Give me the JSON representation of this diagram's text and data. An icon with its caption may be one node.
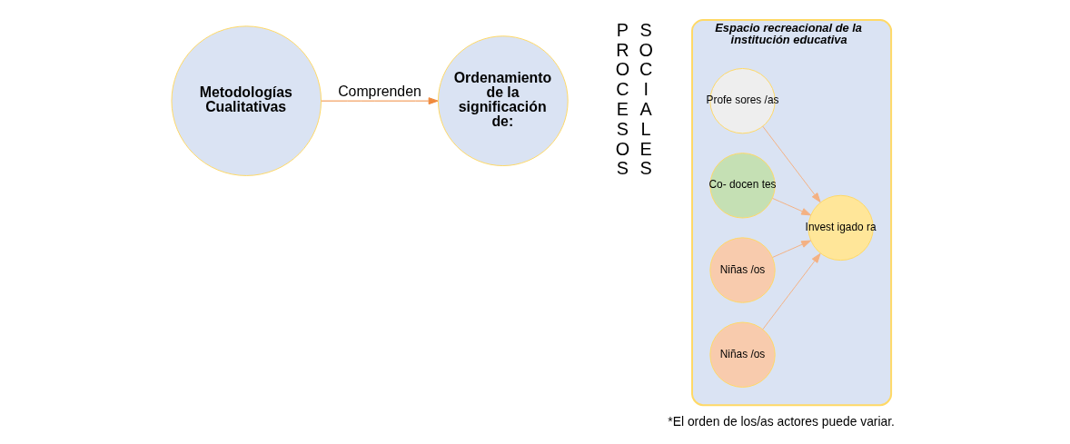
{
  "diagram": {
    "caption": "*El orden de los/as actores puede variar.",
    "nodes": [
      {
        "text": [
          "Metodologías Cualitativas"
        ]
      },
      {
        "text": [
          "Ordenamiento de la significación de:"
        ]
      },
      {
        "text": [
          "Espacio recreacional de la institución educativa"
        ]
      },
      {
        "text": [
          "Profe sores /as"
        ],
        "in": 2
      },
      {
        "text": [
          "Co- docen tes"
        ],
        "in": 2
      },
      {
        "text": [
          "Niñas /os"
        ],
        "in": 2
      },
      {
        "text": [
          "Niñas /os"
        ],
        "in": 2
      },
      {
        "text": [
          "Invest igado ra"
        ],
        "in": 2
      }
    ],
    "edges": [
      {
        "from": 0,
        "to": 1,
        "arrow": "to",
        "label": "Comprenden",
        "color": "#f08a3c"
      },
      {
        "from": 5,
        "to": 7,
        "arrow": "to"
      },
      {
        "from": 4,
        "to": 7,
        "arrow": "to"
      },
      {
        "from": 3,
        "to": 7,
        "arrow": "to"
      },
      {
        "from": 6,
        "to": 7,
        "arrow": "to"
      }
    ],
    "labels": [
      "PROCESOS",
      "SOCIALES"
    ]
  }
}
